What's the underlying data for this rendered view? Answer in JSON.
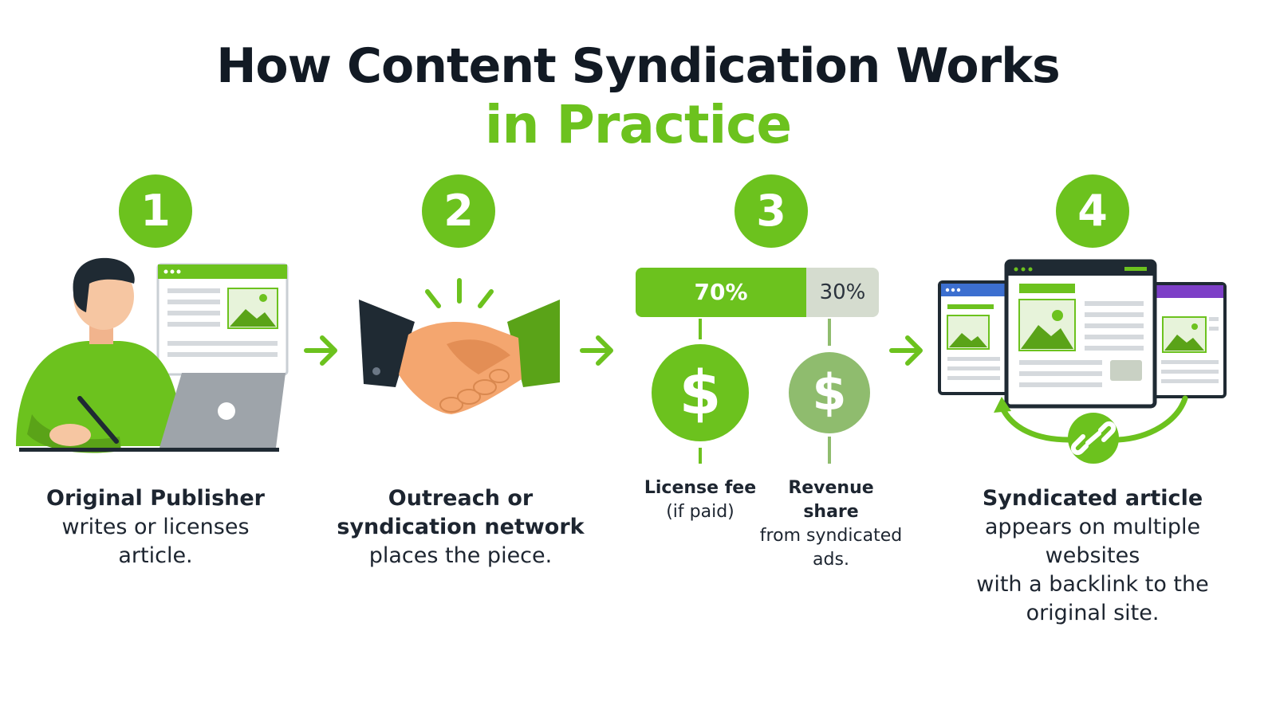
{
  "title": {
    "line1": "How Content Syndication Works",
    "line2": "in Practice"
  },
  "colors": {
    "accent": "#6cc21e",
    "dark": "#1d2530",
    "muted": "#d5dccf",
    "muted_coin": "#8fbc6e"
  },
  "steps": [
    {
      "number": "1",
      "icon": "publisher-with-laptop-icon",
      "heading": "Original Publisher",
      "body": [
        "writes or licenses",
        "article."
      ]
    },
    {
      "number": "2",
      "icon": "handshake-icon",
      "heading_lines": [
        "Outreach or",
        "syndication network"
      ],
      "body": [
        "places the piece."
      ]
    },
    {
      "number": "3",
      "icon": "split-dollar-icon",
      "split": {
        "primary_label": "70%",
        "secondary_label": "30%",
        "primary_share": 0.7
      },
      "license": {
        "heading": "License fee",
        "body": "(if paid)"
      },
      "revenue": {
        "heading": "Revenue share",
        "body": [
          "from syndicated",
          "ads."
        ]
      },
      "coin_symbol": "$"
    },
    {
      "number": "4",
      "icon": "multiple-websites-backlink-icon",
      "heading": "Syndicated article",
      "body": [
        "appears on multiple websites",
        "with a backlink to the",
        "original site."
      ]
    }
  ]
}
